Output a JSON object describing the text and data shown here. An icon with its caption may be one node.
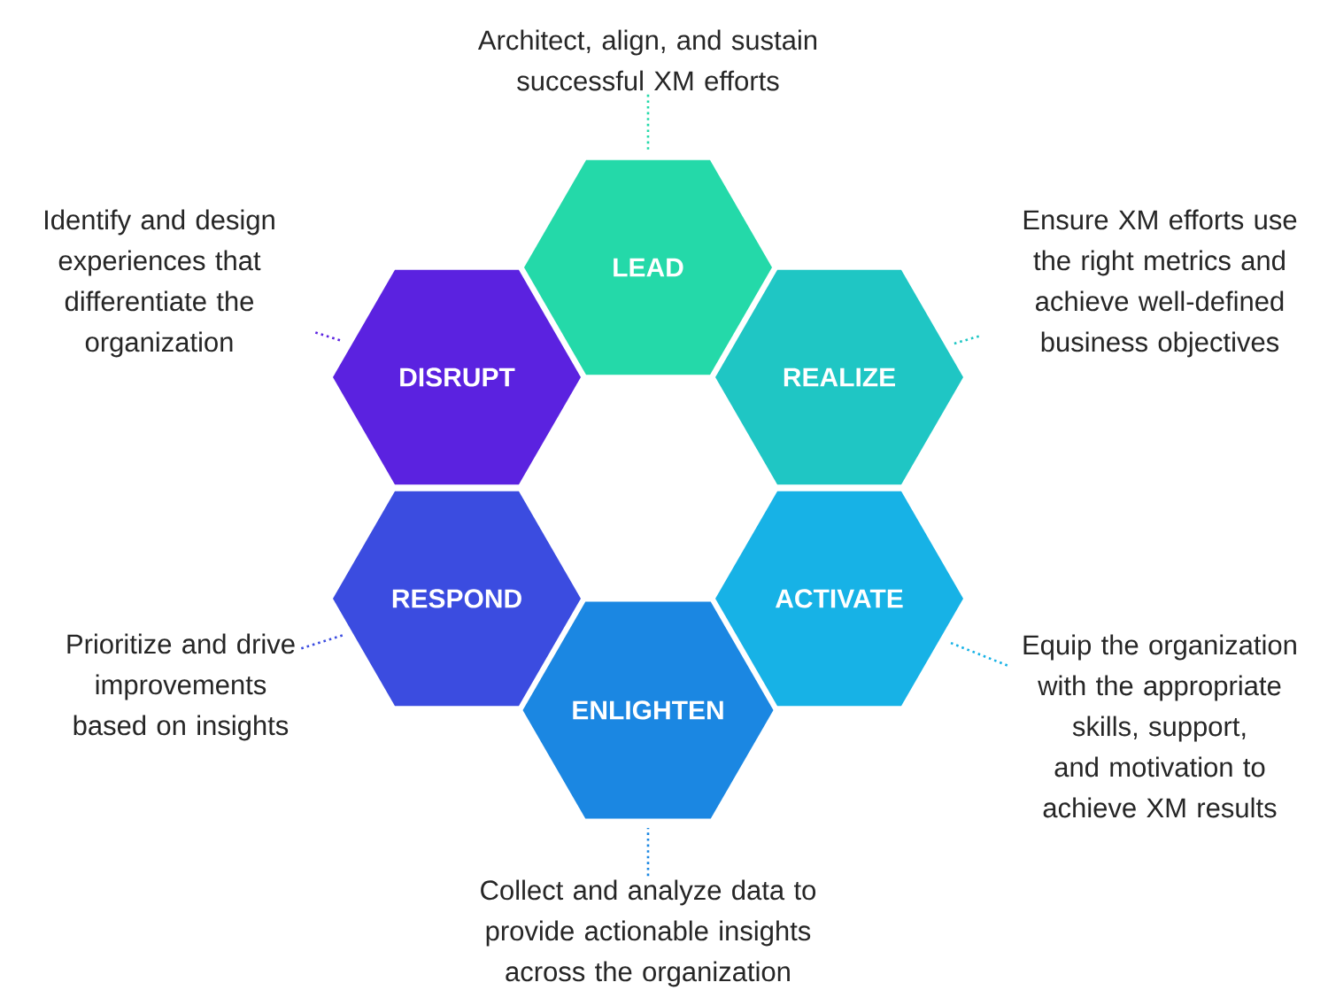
{
  "diagram": {
    "nodes": [
      {
        "text": [
          "Architect, align, and sustain successful XM efforts"
        ]
      },
      {
        "text": [
          "LEAD"
        ]
      },
      {
        "text": [
          "Identify and design experiences that differentiate the organization"
        ]
      },
      {
        "text": [
          "Ensure XM efforts use the right metrics and achieve well-defined business objectives"
        ]
      },
      {
        "text": [
          "DISRUPT"
        ]
      },
      {
        "text": [
          "REALIZE"
        ]
      },
      {
        "text": [
          "RESPOND"
        ]
      },
      {
        "text": [
          "ACTIVATE"
        ]
      },
      {
        "text": [
          "Prioritize and drive improvements based on insights"
        ]
      },
      {
        "text": [
          "Equip the organization with the appropriate skills, support, and motivation to achieve XM results"
        ]
      },
      {
        "text": [
          "ENLIGHTEN"
        ]
      },
      {
        "text": [
          "Collect and analyze data to provide actionable insights across the organization"
        ]
      }
    ],
    "edges": [
      {
        "from": 0,
        "to": 1,
        "arrow": "none",
        "style": "dashed",
        "color": "#24d9a9"
      },
      {
        "from": 2,
        "to": 4,
        "arrow": "none",
        "style": "dashed",
        "color": "#5b22e0"
      },
      {
        "from": 3,
        "to": 5,
        "arrow": "none",
        "style": "dashed",
        "color": "#1fc6c4"
      },
      {
        "from": 8,
        "to": 6,
        "arrow": "none",
        "style": "dashed",
        "color": "#3b4ce0"
      },
      {
        "from": 9,
        "to": 7,
        "arrow": "none",
        "style": "dashed",
        "color": "#17b2e6"
      },
      {
        "from": 11,
        "to": 10,
        "arrow": "none",
        "style": "dashed",
        "color": "#1b87e2"
      }
    ]
  }
}
